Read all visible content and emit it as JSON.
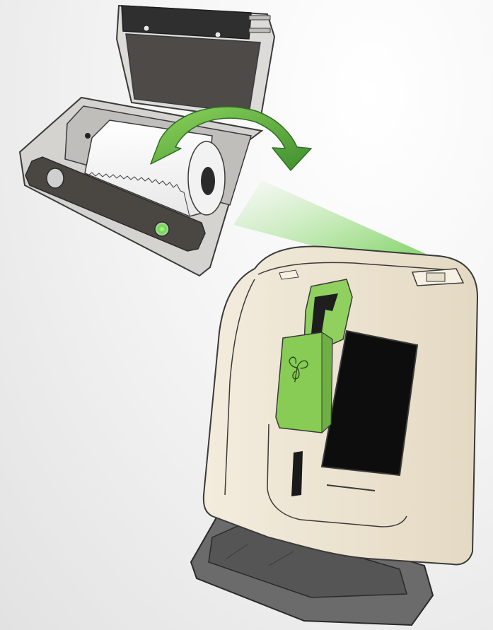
{
  "illustration": {
    "subject": "printer-paper-roll-loading",
    "colors": {
      "accent_green": "#74c143",
      "accent_green_dark": "#3f8f2f",
      "device_body": "#ece3d1",
      "device_outline": "#3a3a3a",
      "printer_housing": "#d4d3d0",
      "printer_panel": "#4a4642",
      "screen": "#0d0d0d",
      "stand": "#6b6b6b",
      "paper": "#ffffff",
      "indicator_light": "#7be05a"
    },
    "icons": [
      "rotation-arrow",
      "shamrock-logo"
    ]
  }
}
